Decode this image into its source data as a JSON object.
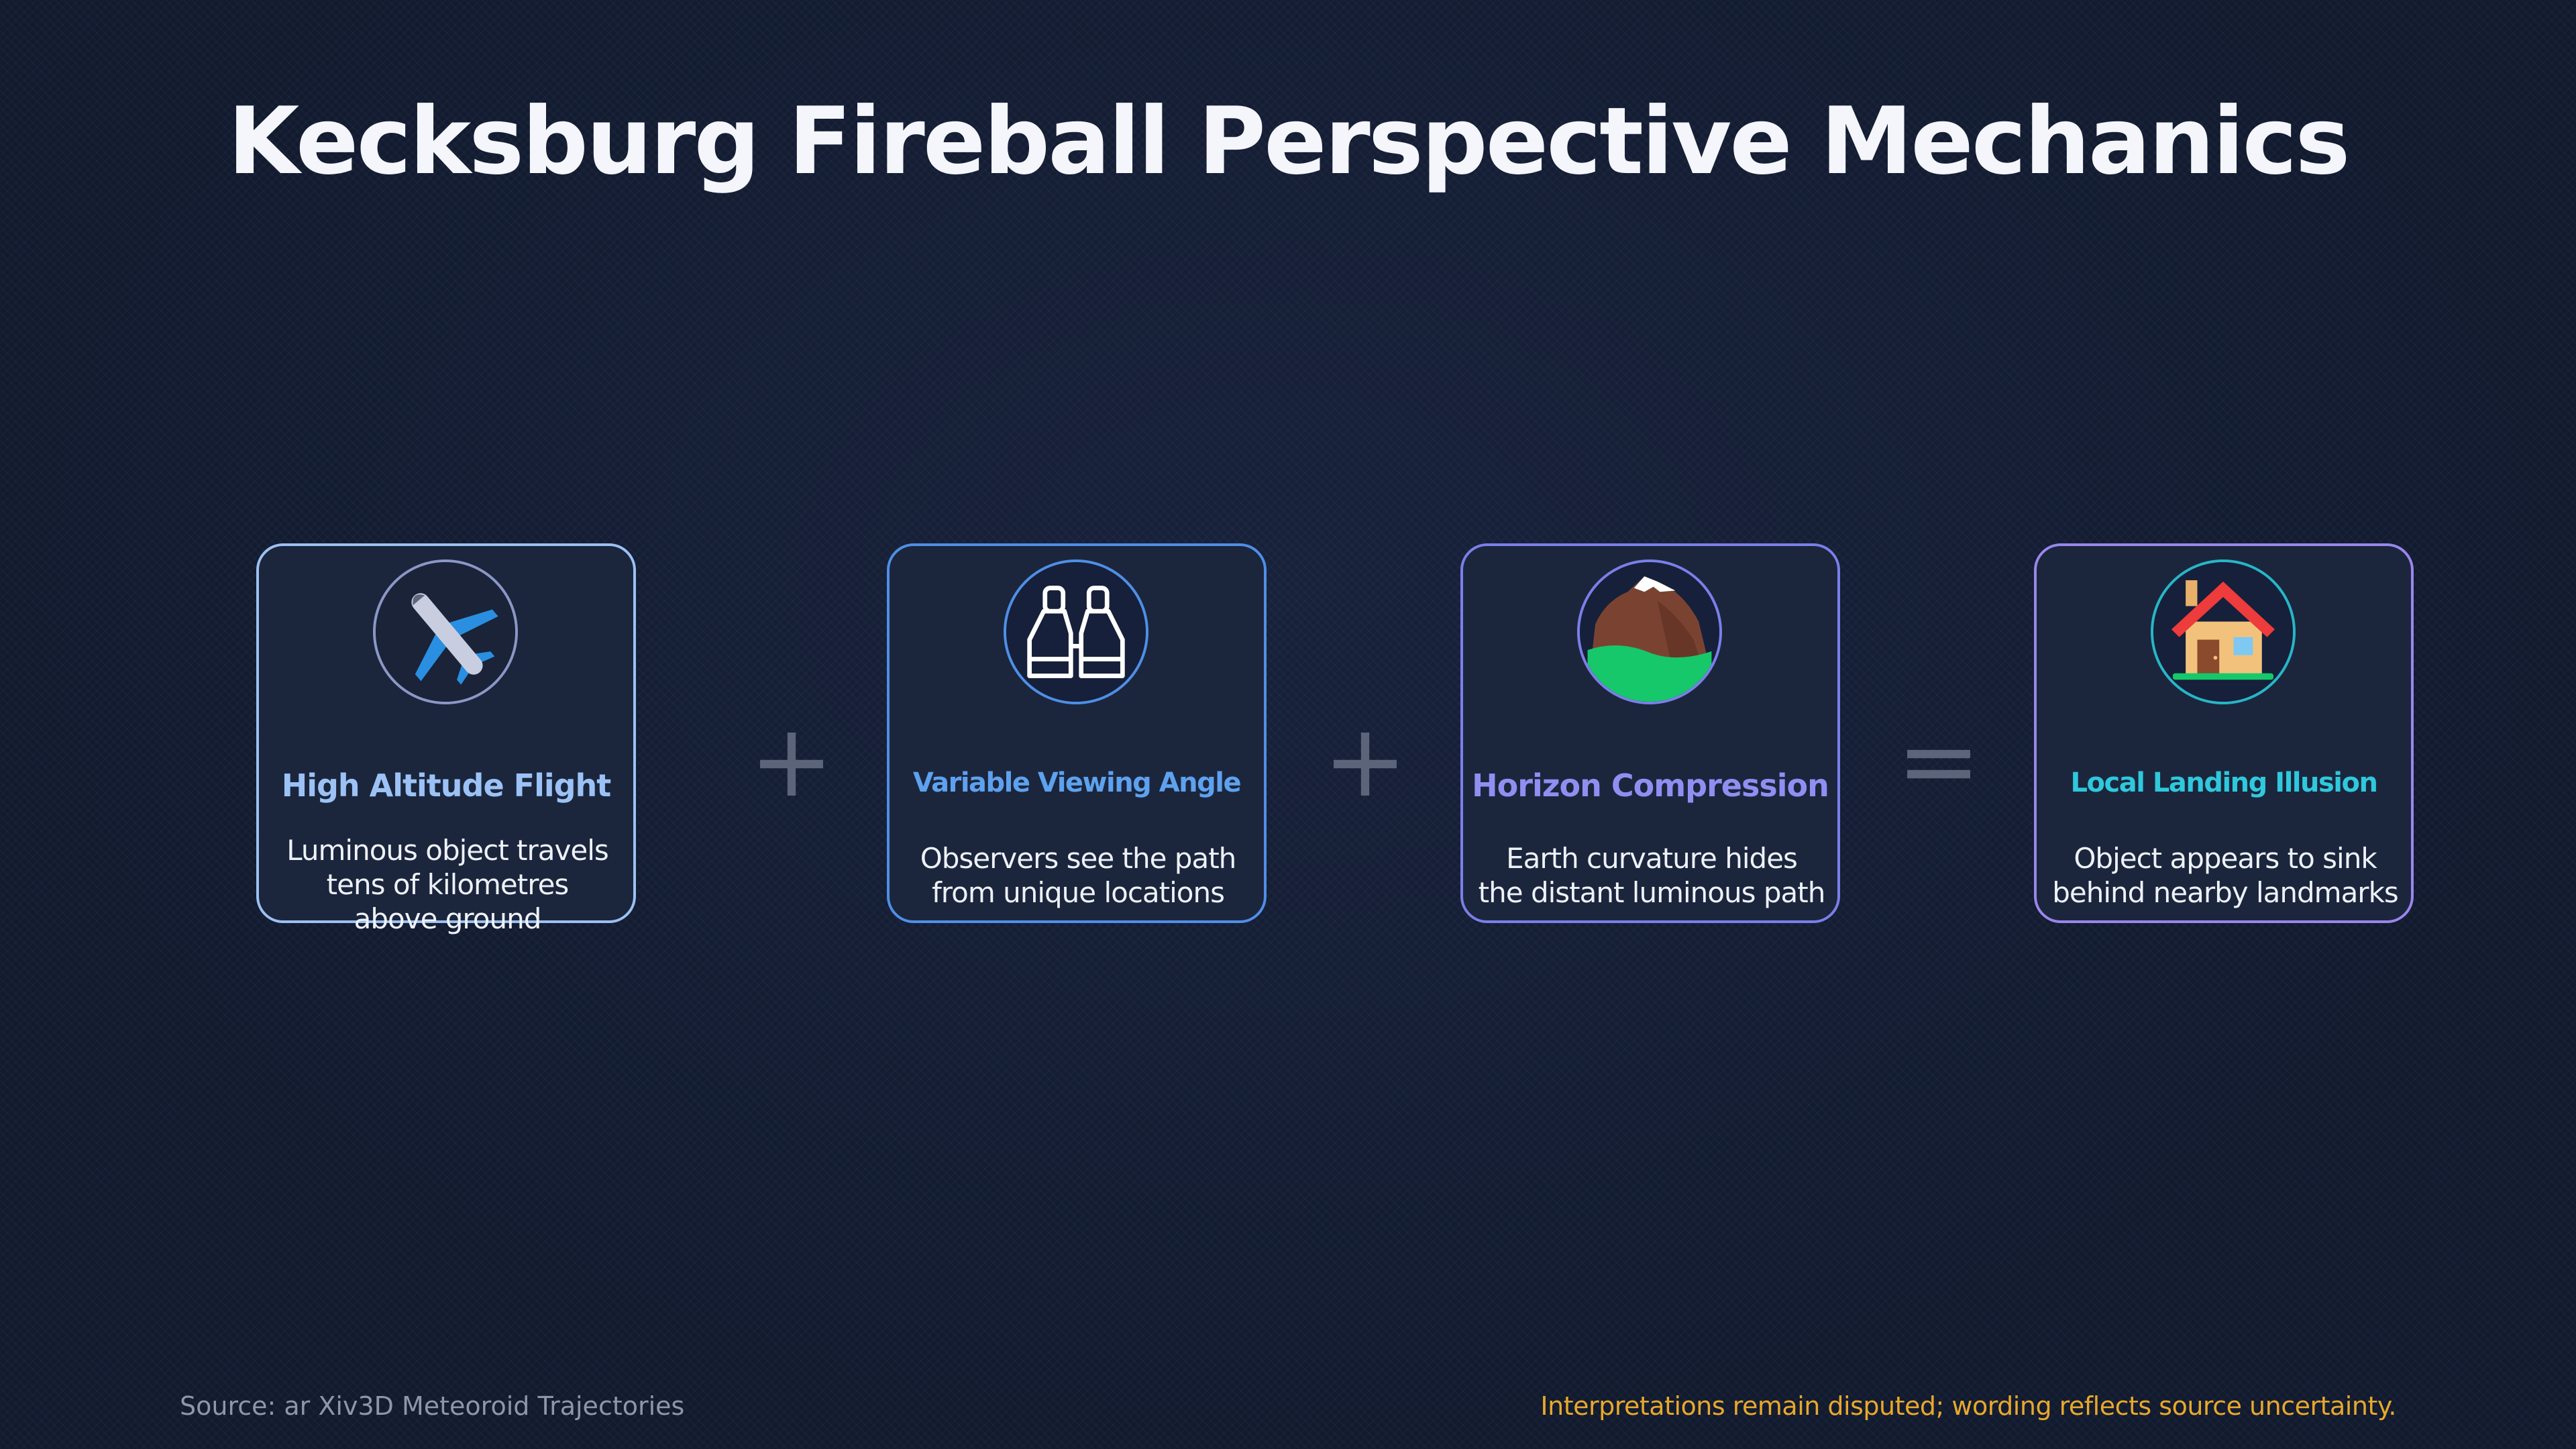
{
  "title": "Kecksburg Fireball Perspective Mechanics",
  "cards": [
    {
      "title": "High Altitude Flight",
      "lines": [
        "Luminous object travels",
        "tens of kilometres",
        "above ground"
      ],
      "icon": "airplane-icon",
      "color": "#9cc2f5"
    },
    {
      "title": "Variable Viewing Angle",
      "lines": [
        "Observers see the path",
        "from unique locations"
      ],
      "icon": "binoculars-icon",
      "color": "#5ea1ee"
    },
    {
      "title": "Horizon Compression",
      "lines": [
        "Earth curvature hides",
        "the distant luminous path"
      ],
      "icon": "mountain-icon",
      "color": "#8f8ff2"
    },
    {
      "title": "Local Landing Illusion",
      "lines": [
        "Object appears to sink",
        "behind nearby landmarks"
      ],
      "icon": "house-icon",
      "color": "#2fc8dc"
    }
  ],
  "operators": [
    "+",
    "+",
    "="
  ],
  "footer": {
    "source": "Source: ar Xiv3D Meteoroid Trajectories",
    "note": "Interpretations remain disputed; wording reflects source uncertainty."
  }
}
